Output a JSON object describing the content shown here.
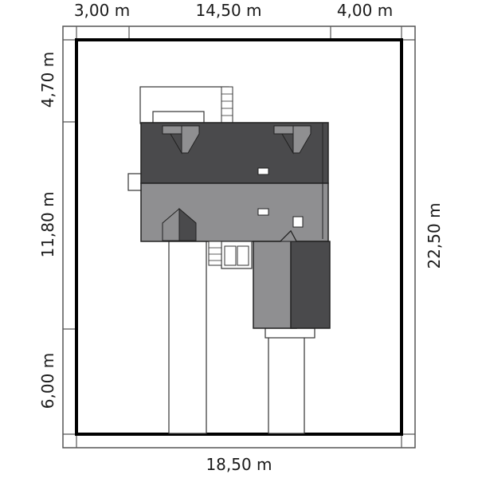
{
  "dimensions": {
    "top_left": "3,00 m",
    "top_middle": "14,50 m",
    "top_right": "4,00 m",
    "bottom_total": "18,50 m",
    "left_top": "4,70 m",
    "left_middle": "11,80 m",
    "left_bottom": "6,00 m",
    "right_total": "22,50 m"
  },
  "colors": {
    "border": "#000000",
    "roof_dark": "#4a4a4c",
    "roof_light": "#8f8f91",
    "outline": "#333333"
  }
}
